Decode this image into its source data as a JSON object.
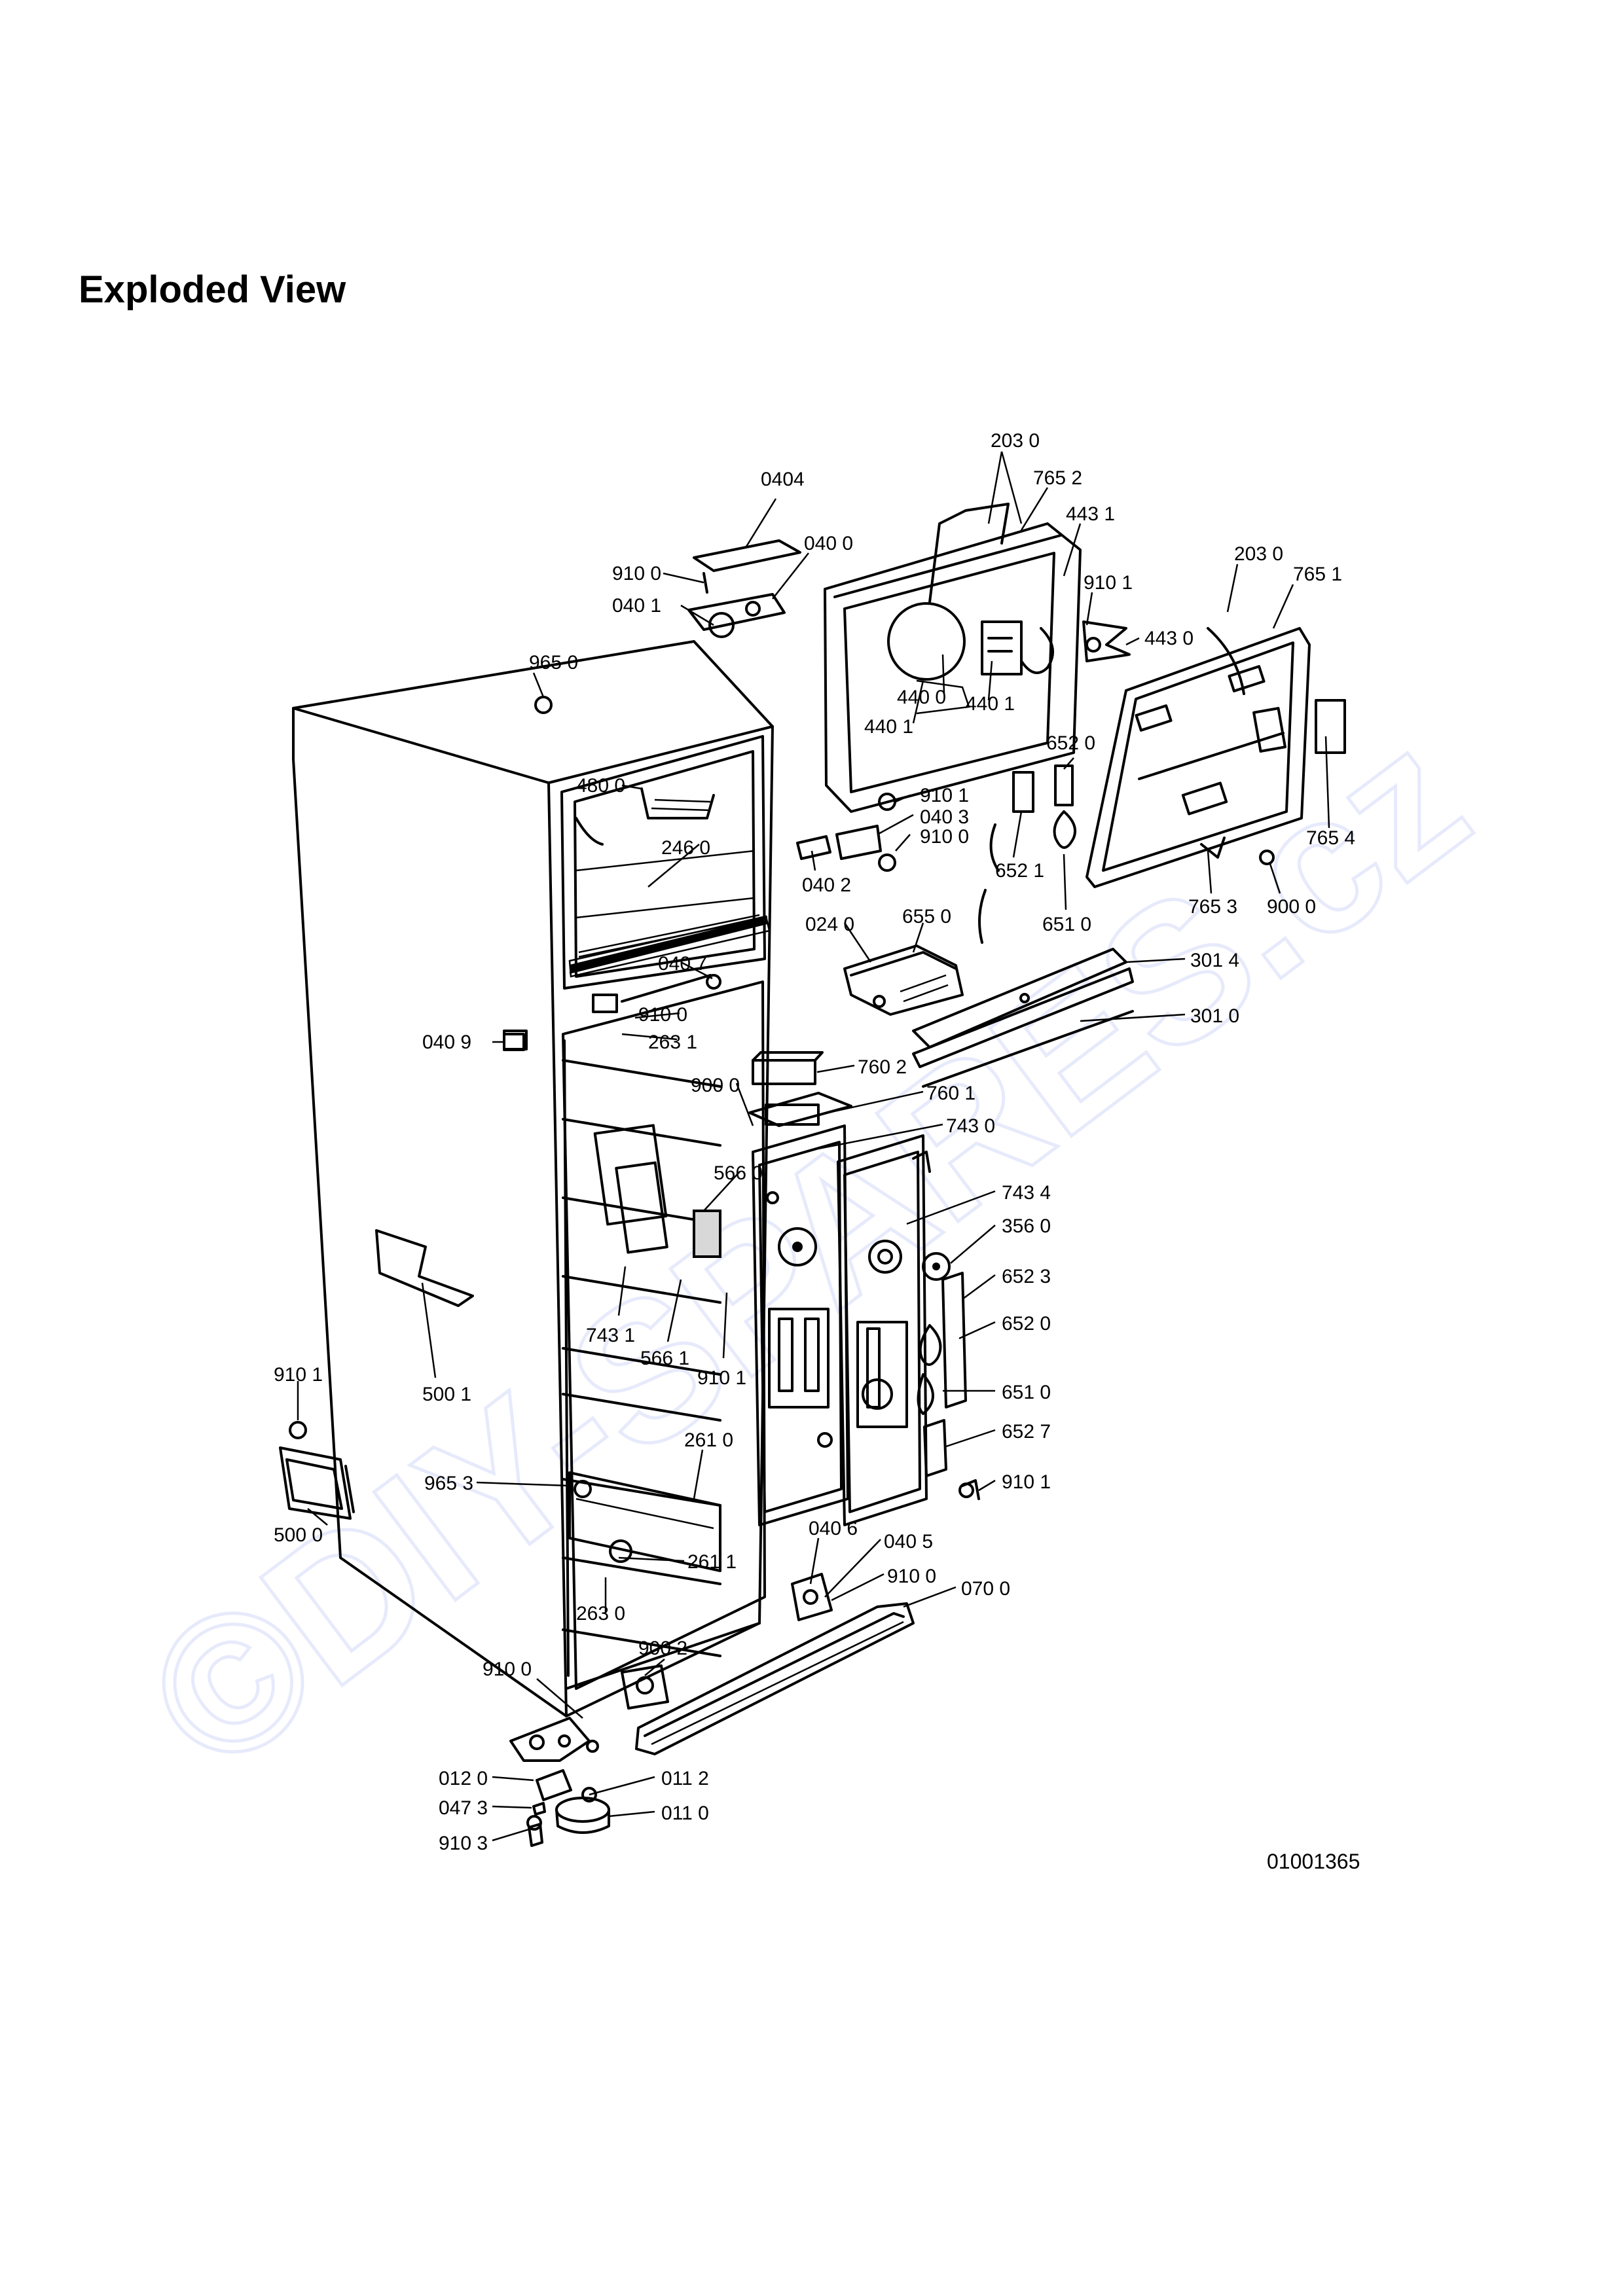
{
  "header": {
    "title": "Exploded View"
  },
  "drawing_number": "01001365",
  "watermark": "©DIY-SPARES.cz",
  "parts": [
    {
      "label": "203 0"
    },
    {
      "label": "0404"
    },
    {
      "label": "765 2"
    },
    {
      "label": "443 1"
    },
    {
      "label": "040 0"
    },
    {
      "label": "910 0"
    },
    {
      "label": "040 1"
    },
    {
      "label": "203 0"
    },
    {
      "label": "765 1"
    },
    {
      "label": "910 1"
    },
    {
      "label": "443 0"
    },
    {
      "label": "440 0"
    },
    {
      "label": "440 1"
    },
    {
      "label": "440 1"
    },
    {
      "label": "965 0"
    },
    {
      "label": "652 0"
    },
    {
      "label": "480 0"
    },
    {
      "label": "910 1"
    },
    {
      "label": "040 3"
    },
    {
      "label": "910 0"
    },
    {
      "label": "765 4"
    },
    {
      "label": "246 0"
    },
    {
      "label": "040 2"
    },
    {
      "label": "652 1"
    },
    {
      "label": "765 3"
    },
    {
      "label": "900 0"
    },
    {
      "label": "651 0"
    },
    {
      "label": "024 0"
    },
    {
      "label": "655 0"
    },
    {
      "label": "301 4"
    },
    {
      "label": "040 7"
    },
    {
      "label": "910 0"
    },
    {
      "label": "040 9"
    },
    {
      "label": "263 1"
    },
    {
      "label": "301 0"
    },
    {
      "label": "760 2"
    },
    {
      "label": "900 0"
    },
    {
      "label": "760 1"
    },
    {
      "label": "743 0"
    },
    {
      "label": "566 0"
    },
    {
      "label": "743 4"
    },
    {
      "label": "356 0"
    },
    {
      "label": "652 3"
    },
    {
      "label": "652 0"
    },
    {
      "label": "743 1"
    },
    {
      "label": "566 1"
    },
    {
      "label": "910 1"
    },
    {
      "label": "500 1"
    },
    {
      "label": "910 1"
    },
    {
      "label": "651 0"
    },
    {
      "label": "652 7"
    },
    {
      "label": "261 0"
    },
    {
      "label": "965 3"
    },
    {
      "label": "910 1"
    },
    {
      "label": "500 0"
    },
    {
      "label": "040 6"
    },
    {
      "label": "040 5"
    },
    {
      "label": "261 1"
    },
    {
      "label": "910 0"
    },
    {
      "label": "070 0"
    },
    {
      "label": "263 0"
    },
    {
      "label": "900 2"
    },
    {
      "label": "910 0"
    },
    {
      "label": "012 0"
    },
    {
      "label": "011 2"
    },
    {
      "label": "047 3"
    },
    {
      "label": "011 0"
    },
    {
      "label": "910 3"
    }
  ]
}
